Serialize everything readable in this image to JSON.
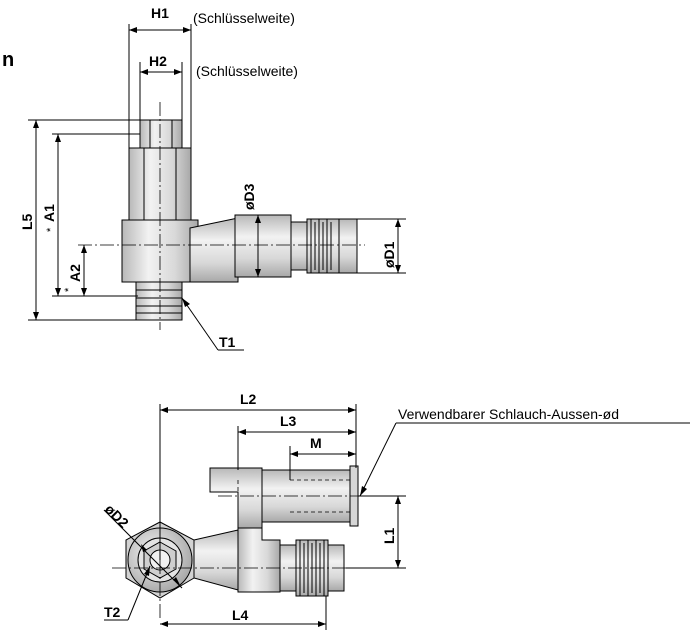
{
  "heading_fragment": "n",
  "side_view": {
    "labels": {
      "h1": "H1",
      "h2": "H2",
      "h1_note": "(Schlüsselweite)",
      "h2_note": "(Schlüsselweite)",
      "l5": "L5",
      "a1": "A1",
      "a2": "A2",
      "asterisk": "*",
      "d3": "øD3",
      "d1": "øD1",
      "t1": "T1"
    }
  },
  "top_view": {
    "labels": {
      "l2": "L2",
      "l3": "L3",
      "m": "M",
      "l1": "L1",
      "l4": "L4",
      "d2": "øD2",
      "t2": "T2",
      "tube_note": "Verwendbarer Schlauch-Aussen-ød"
    }
  },
  "colors": {
    "line": "#000000",
    "body_fill": "#e4e4e4",
    "body_shade": "#c9c9c9",
    "background": "#ffffff"
  }
}
